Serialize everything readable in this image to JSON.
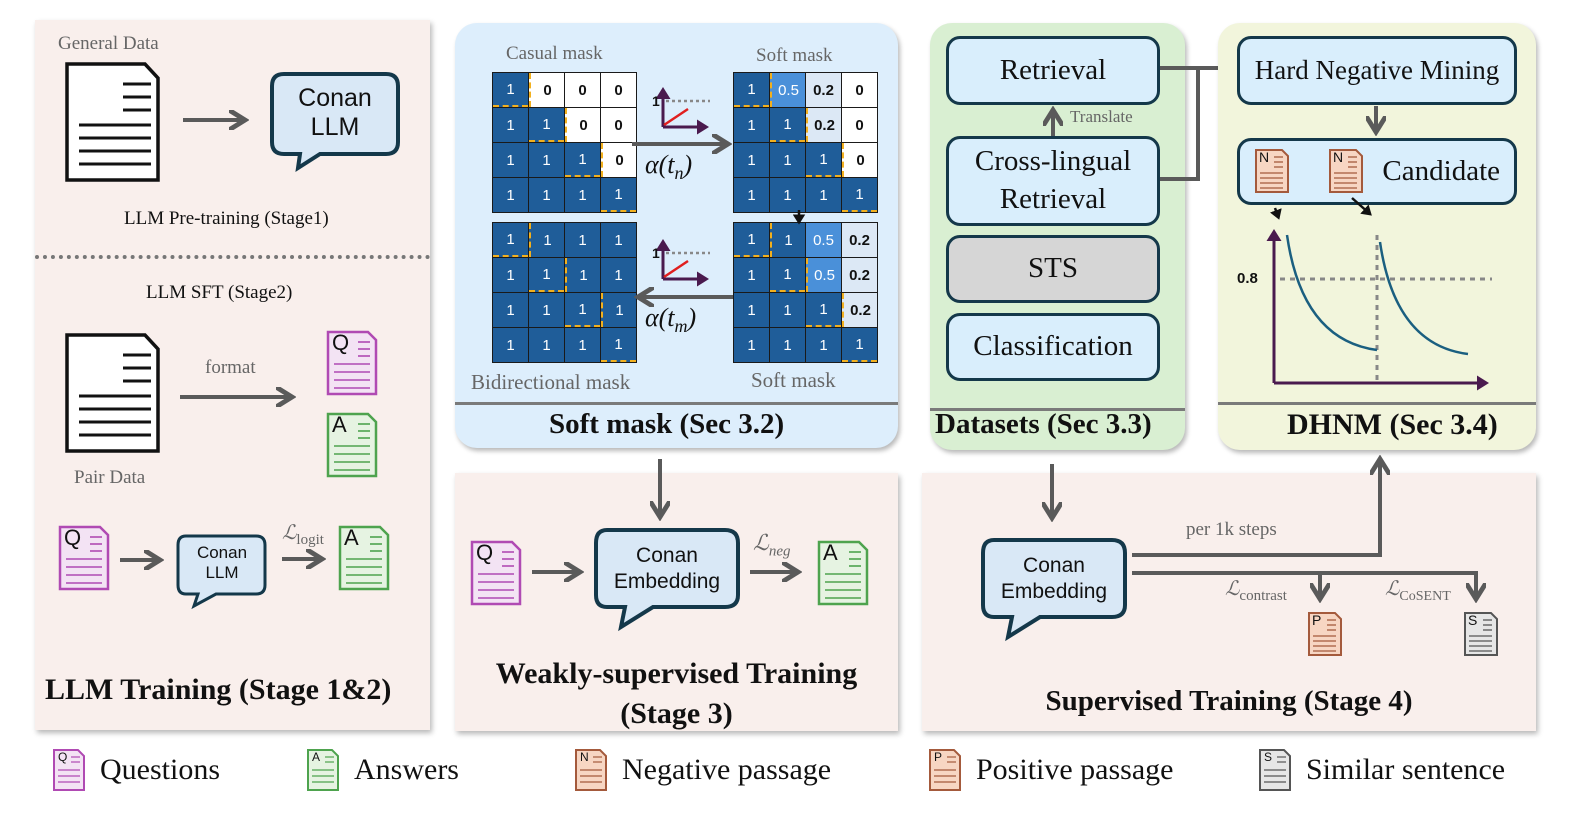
{
  "stage12": {
    "pretrain_input_label": "General Data",
    "pretrain_model": [
      "Conan",
      "LLM"
    ],
    "pretrain_caption": "LLM Pre-training (Stage1)",
    "sft_caption": "LLM SFT (Stage2)",
    "pair_data_label": "Pair Data",
    "format_label": "format",
    "q_letter": "Q",
    "a_letter": "A",
    "sft_model": [
      "Conan",
      "LLM"
    ],
    "loss_symbol": "ℒ",
    "loss_sub": "logit",
    "title": "LLM Training (Stage 1&2)"
  },
  "softmask": {
    "causal_label": "Casual mask",
    "soft_label_top": "Soft mask",
    "soft_label_bottom": "Soft mask",
    "bidirectional_label": "Bidirectional mask",
    "alpha_n": "α(t",
    "alpha_n_sub": "n",
    "alpha_m": "α(t",
    "alpha_m_sub": "m",
    "axis_one": "1",
    "title": "Soft mask (Sec 3.2)",
    "causal_mask": [
      [
        "1",
        "0",
        "0",
        "0"
      ],
      [
        "1",
        "1",
        "0",
        "0"
      ],
      [
        "1",
        "1",
        "1",
        "0"
      ],
      [
        "1",
        "1",
        "1",
        "1"
      ]
    ],
    "soft_mask_top": [
      [
        "1",
        "0.5",
        "0.2",
        "0"
      ],
      [
        "1",
        "1",
        "0.2",
        "0"
      ],
      [
        "1",
        "1",
        "1",
        "0"
      ],
      [
        "1",
        "1",
        "1",
        "1"
      ]
    ],
    "soft_mask_bottom": [
      [
        "1",
        "1",
        "0.5",
        "0.2"
      ],
      [
        "1",
        "1",
        "0.5",
        "0.2"
      ],
      [
        "1",
        "1",
        "1",
        "0.2"
      ],
      [
        "1",
        "1",
        "1",
        "1"
      ]
    ],
    "bidirectional_mask": [
      [
        "1",
        "1",
        "1",
        "1"
      ],
      [
        "1",
        "1",
        "1",
        "1"
      ],
      [
        "1",
        "1",
        "1",
        "1"
      ],
      [
        "1",
        "1",
        "1",
        "1"
      ]
    ]
  },
  "datasets": {
    "items": [
      "Retrieval",
      "Translate",
      "Cross-lingual Retrieval",
      "STS",
      "Classification"
    ],
    "retrieval": "Retrieval",
    "translate": "Translate",
    "crossling": [
      "Cross-lingual",
      "Retrieval"
    ],
    "sts": "STS",
    "classification": "Classification",
    "title": "Datasets (Sec 3.3)"
  },
  "dhnm": {
    "hnm_label": "Hard Negative Mining",
    "candidate_label": "Candidate",
    "n_letter": "N",
    "threshold": "0.8",
    "title": "DHNM (Sec 3.4)"
  },
  "stage3": {
    "q_letter": "Q",
    "a_letter": "A",
    "model": [
      "Conan",
      "Embedding"
    ],
    "loss_symbol": "ℒ",
    "loss_sub": "neg",
    "title": [
      "Weakly-supervised Training",
      "(Stage 3)"
    ]
  },
  "stage4": {
    "model": [
      "Conan",
      "Embedding"
    ],
    "per_steps": "per 1k steps",
    "loss_symbol": "ℒ",
    "loss_contrast_sub": "contrast",
    "loss_cosent_sub": "CoSENT",
    "p_letter": "P",
    "s_letter": "S",
    "title": "Supervised Training (Stage 4)"
  },
  "legend": [
    {
      "letter": "Q",
      "label": "Questions"
    },
    {
      "letter": "A",
      "label": "Answers"
    },
    {
      "letter": "N",
      "label": "Negative passage"
    },
    {
      "letter": "P",
      "label": "Positive passage"
    },
    {
      "letter": "S",
      "label": "Similar sentence"
    }
  ],
  "colors": {
    "question": "#b04ab3",
    "question_fill": "#f3e3f4",
    "answer": "#4ea34e",
    "answer_fill": "#e6f3e2",
    "negative": "#a45a3c",
    "negative_fill": "#f7d6c3",
    "similar": "#555555",
    "similar_fill": "#e6e6e6",
    "mask_dark": "#1f5d99",
    "mask_mid": "#4a90d9",
    "mask_light": "#dce8f5",
    "curve": "#1b5f80",
    "axis": "#4a1a4e"
  }
}
